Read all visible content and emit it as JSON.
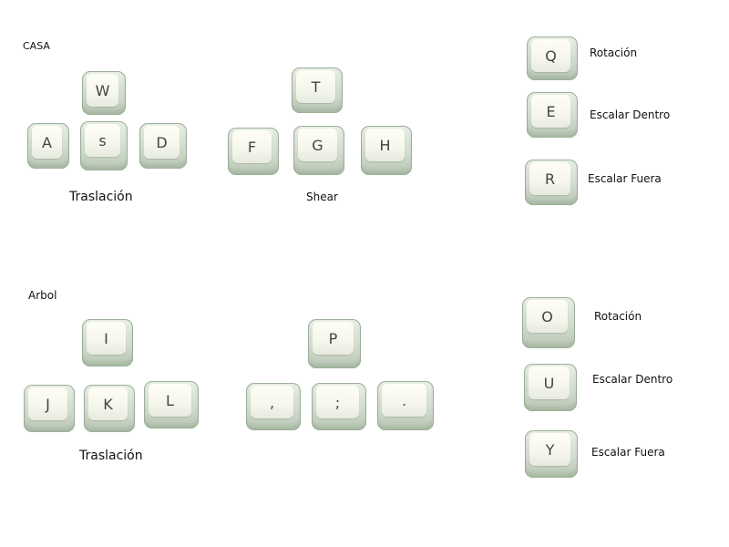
{
  "casa": {
    "title": "CASA",
    "traslacion_label": "Traslación",
    "shear_label": "Shear",
    "traslacion_keys": [
      "W",
      "A",
      "s",
      "D"
    ],
    "shear_keys": [
      "T",
      "F",
      "G",
      "H"
    ],
    "side_keys": [
      {
        "key": "Q",
        "label": "Rotación"
      },
      {
        "key": "E",
        "label": "Escalar Dentro"
      },
      {
        "key": "R",
        "label": "Escalar Fuera"
      }
    ]
  },
  "arbol": {
    "title": "Arbol",
    "traslacion_label": "Traslación",
    "traslacion_keys": [
      "I",
      "J",
      "K",
      "L"
    ],
    "extra_keys": [
      "P",
      ",",
      ";",
      "."
    ],
    "side_keys": [
      {
        "key": "O",
        "label": "Rotación"
      },
      {
        "key": "U",
        "label": "Escalar Dentro"
      },
      {
        "key": "Y",
        "label": "Escalar Fuera"
      }
    ]
  },
  "colors": {
    "key_body": "#d3dccf",
    "key_cap": "#f5f6ec",
    "key_text": "#444444"
  }
}
